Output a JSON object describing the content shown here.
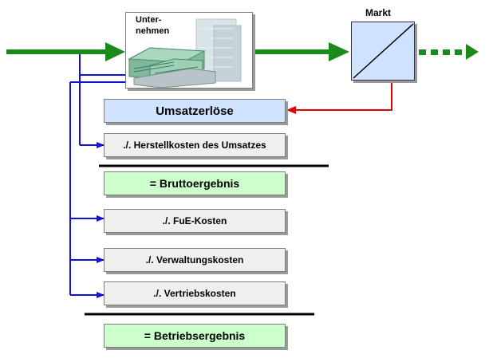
{
  "company_label_line1": "Unter-",
  "company_label_line2": "nehmen",
  "market_label": "Markt",
  "rows": {
    "revenue": "Umsatzerlöse",
    "cogs": "./. Herstellkosten des Umsatzes",
    "gross_profit": "= Bruttoergebnis",
    "rnd": "./. FuE-Kosten",
    "admin": "./. Verwaltungskosten",
    "sales": "./. Vertriebskosten",
    "operating_result": "= Betriebsergebnis"
  },
  "colors": {
    "flow_green": "#1a8a1a",
    "cost_blue": "#1010dd",
    "revenue_red": "#e00000",
    "revenue_fill": "#cfe3ff",
    "cost_fill": "#efefef",
    "result_fill": "#ccffcc"
  }
}
